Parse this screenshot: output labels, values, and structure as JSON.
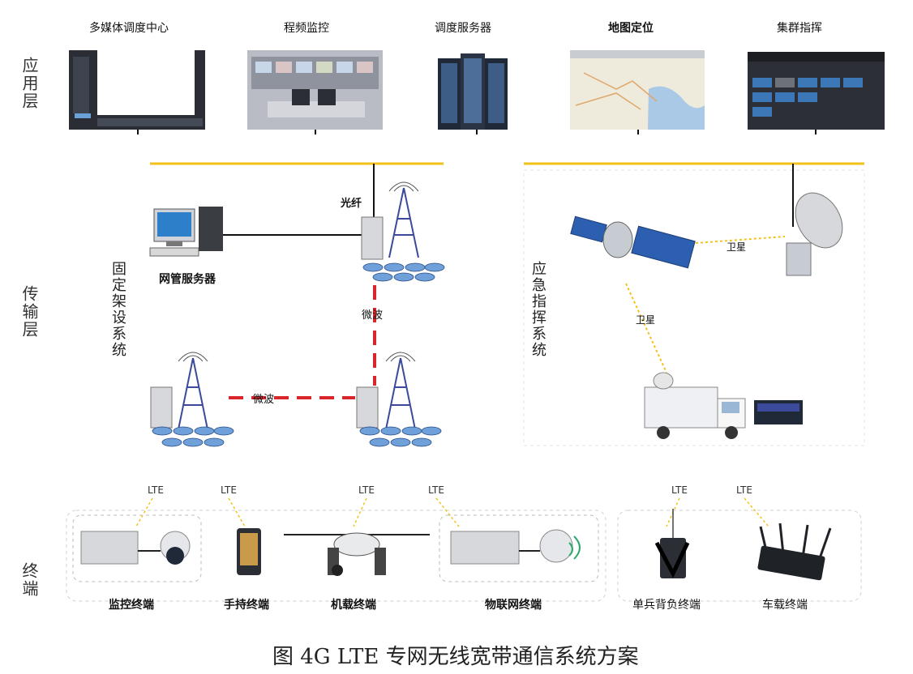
{
  "app_layer": {
    "label": "应用层",
    "items": [
      {
        "label": "多媒体调度中心"
      },
      {
        "label": "程频监控"
      },
      {
        "label": "调度服务器"
      },
      {
        "label": "地图定位"
      },
      {
        "label": "集群指挥"
      }
    ]
  },
  "transport_layer": {
    "label": "传输层",
    "fixed_system_label": "固定架设系统",
    "emergency_system_label": "应急指挥系统",
    "fiber_label": "光纤",
    "net_server_label": "网管服务器",
    "microwave_label_v": "微波",
    "microwave_label_h": "微波",
    "satellite_label_1": "卫星",
    "satellite_label_2": "卫星"
  },
  "terminal_layer": {
    "label": "终端",
    "lte_label": "LTE",
    "terminals": [
      {
        "label": "监控终端"
      },
      {
        "label": "手持终端"
      },
      {
        "label": "机载终端"
      },
      {
        "label": "物联网终端"
      },
      {
        "label": "单兵背负终端"
      },
      {
        "label": "车载终端"
      }
    ]
  },
  "caption": "图 4G LTE 专网无线宽带通信系统方案",
  "colors": {
    "yellow_line": "#f2c21b",
    "microwave_red": "#d9262a",
    "tower_blue": "#3b4a9a",
    "dashed_box": "#cfcfcf"
  }
}
